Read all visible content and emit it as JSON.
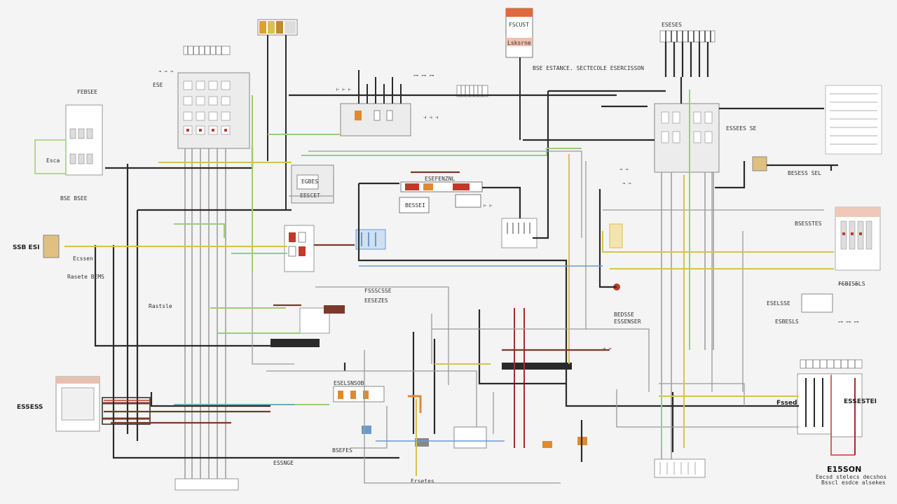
{
  "labels": {
    "top_center_text": "BSE ESTANCE. SECTECOLE ESERCISSON",
    "top_warning_card": "FSCUST",
    "top_warning_card_sub": "Lsksrne",
    "left_far_label": "SSB ESI",
    "left_far_label_2": "Ecssen",
    "left_far_label_3": "Rasete BEMS",
    "left_small_label": "Esca",
    "mid_left_label": "Rastsle",
    "bottom_left_label": "ESSESS",
    "center_box_label": "EGBES",
    "center_box_label_2": "EESCET",
    "right_top_label": "BSESSTES",
    "right_mid_label": "FSBISELS",
    "right_bottom_label": "E15SON",
    "right_bottom_sub": "Eecsd stelecs decshos",
    "right_bottom_sub_2": "Bsscl esdce alsekes",
    "bottom_right_label": "Fssed",
    "bottom_right_label_2": "ESSESTEI",
    "bottom_center_label": "ESSNGE",
    "bottom_center_label_2": "Ersetes",
    "center_right_label": "BEDSSE",
    "center_right_label_2": "ESSENSER",
    "center_right_label_3": "ESBESLS",
    "relay_bank_label": "ESEFENZNL",
    "mid_lower_label": "FSSSCSSE",
    "mid_lower_label_2": "EESEZES",
    "center_label_3": "ESELSNSOB",
    "top_right_label": "ESESES",
    "bottom_center_label_3": "BSEFES",
    "mid_right_label": "ESSEES SE",
    "mid_right_label_2": "ESELSSE",
    "left_mid_label": "BSE BSEE",
    "center_relay_label": "BESSEI",
    "top_left_label": "FEBSEE",
    "fuse_label": "ESE",
    "right_label_4": "BESESS SEL"
  },
  "colors": {
    "wire_black": "#2a2a2a",
    "wire_gray": "#9a9a9a",
    "wire_green": "#9ccc7a",
    "wire_yellow": "#d9c24a",
    "wire_red": "#a0302a",
    "wire_blue": "#6a9ad0",
    "wire_brown": "#7a3a2a",
    "wire_orange": "#e08a30",
    "accent_red": "#c0392b"
  }
}
